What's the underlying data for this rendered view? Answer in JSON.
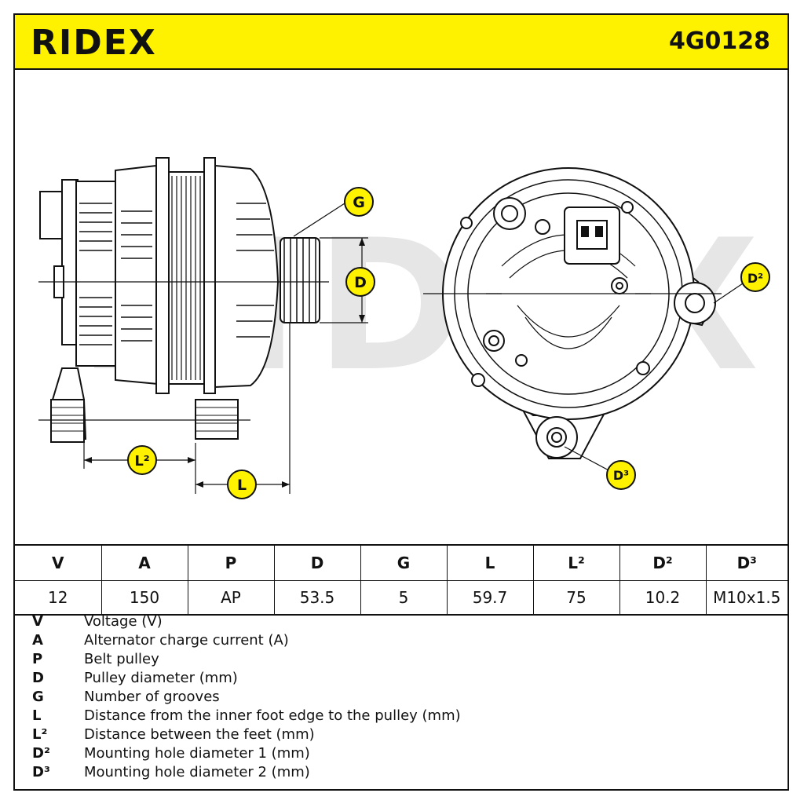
{
  "header": {
    "brand": "RIDEX",
    "part_number": "4G0128"
  },
  "drawing": {
    "watermark": "RIDEX",
    "callouts": {
      "G": "G",
      "D": "D",
      "L2": "L²",
      "L": "L",
      "D2": "D²",
      "D3": "D³"
    }
  },
  "specs": {
    "columns": [
      "V",
      "A",
      "P",
      "D",
      "G",
      "L",
      "L²",
      "D²",
      "D³"
    ],
    "values": [
      "12",
      "150",
      "AP",
      "53.5",
      "5",
      "59.7",
      "75",
      "10.2",
      "M10x1.5"
    ]
  },
  "legend": [
    {
      "key": "V",
      "desc": "Voltage (V)"
    },
    {
      "key": "A",
      "desc": "Alternator charge current (A)"
    },
    {
      "key": "P",
      "desc": "Belt pulley"
    },
    {
      "key": "D",
      "desc": "Pulley diameter (mm)"
    },
    {
      "key": "G",
      "desc": "Number of grooves"
    },
    {
      "key": "L",
      "desc": "Distance from the inner foot edge to the pulley (mm)"
    },
    {
      "key": "L²",
      "desc": "Distance between the feet (mm)"
    },
    {
      "key": "D²",
      "desc": "Mounting hole diameter 1 (mm)"
    },
    {
      "key": "D³",
      "desc": "Mounting hole diameter 2 (mm)"
    }
  ],
  "colors": {
    "accent": "#fff200",
    "line": "#111111",
    "watermark": "#e6e6e6"
  }
}
